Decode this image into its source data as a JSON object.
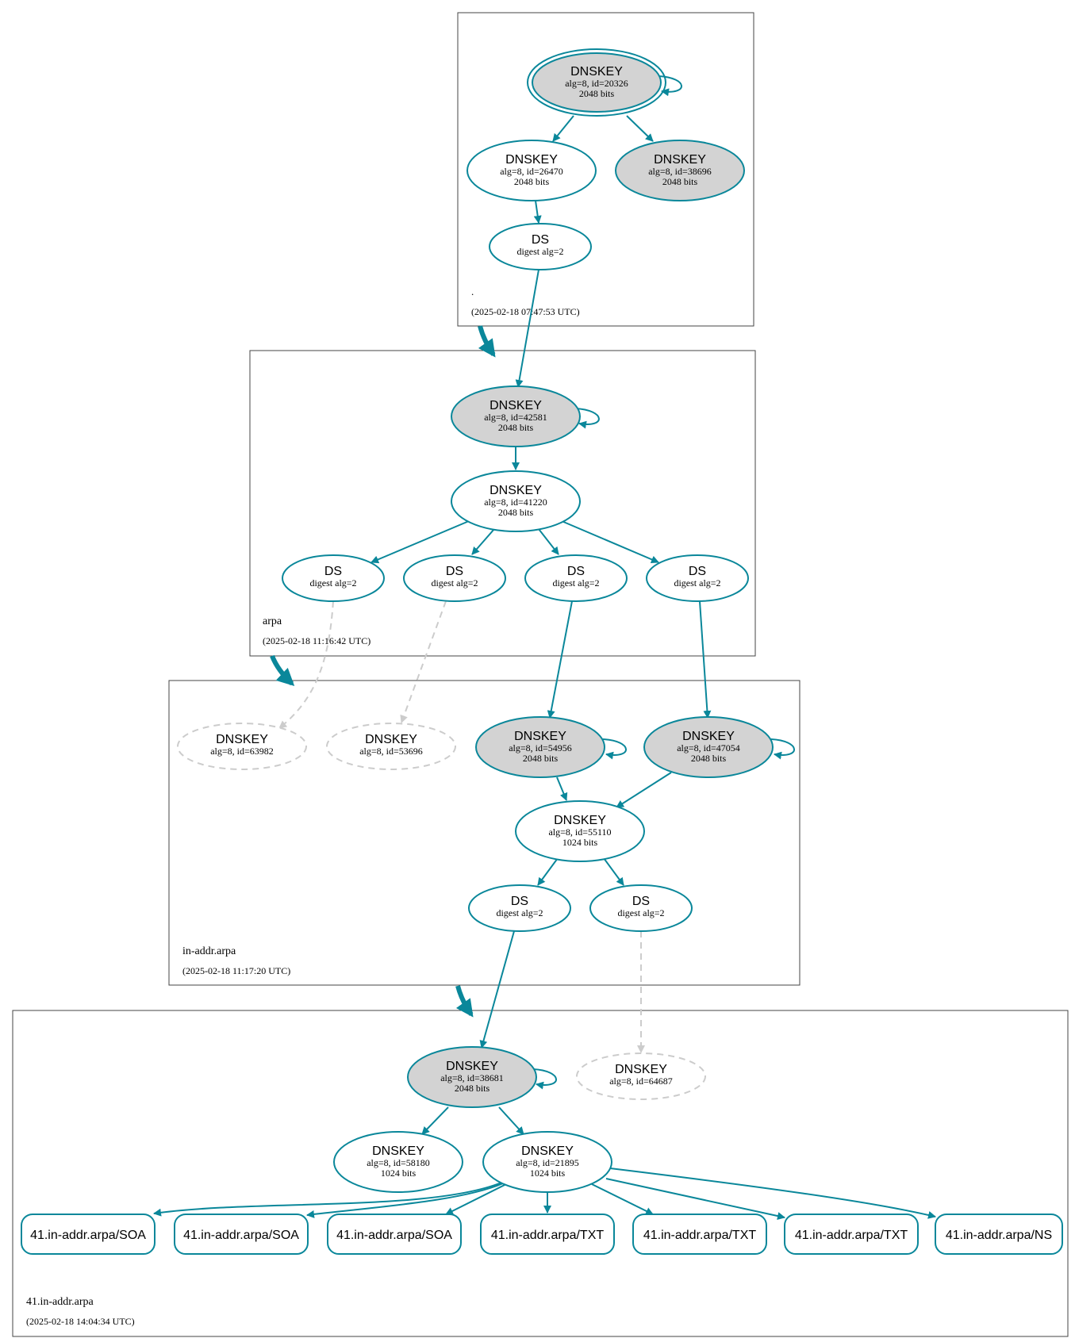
{
  "colors": {
    "edge": "#0a879a",
    "insecure": "#cccccc",
    "node_fill_sep": "#d3d3d3",
    "zone_border": "#444444"
  },
  "zones": {
    "root": {
      "name": ".",
      "timestamp": "(2025-02-18 07:47:53 UTC)"
    },
    "arpa": {
      "name": "arpa",
      "timestamp": "(2025-02-18 11:16:42 UTC)"
    },
    "inaddr": {
      "name": "in-addr.arpa",
      "timestamp": "(2025-02-18 11:17:20 UTC)"
    },
    "z41": {
      "name": "41.in-addr.arpa",
      "timestamp": "(2025-02-18 14:04:34 UTC)"
    }
  },
  "nodes": {
    "root_ksk": {
      "title": "DNSKEY",
      "line1": "alg=8, id=20326",
      "line2": "2048 bits"
    },
    "root_zsk": {
      "title": "DNSKEY",
      "line1": "alg=8, id=26470",
      "line2": "2048 bits"
    },
    "root_k2": {
      "title": "DNSKEY",
      "line1": "alg=8, id=38696",
      "line2": "2048 bits"
    },
    "root_ds": {
      "title": "DS",
      "line1": "digest alg=2"
    },
    "arpa_ksk": {
      "title": "DNSKEY",
      "line1": "alg=8, id=42581",
      "line2": "2048 bits"
    },
    "arpa_zsk": {
      "title": "DNSKEY",
      "line1": "alg=8, id=41220",
      "line2": "2048 bits"
    },
    "arpa_ds1": {
      "title": "DS",
      "line1": "digest alg=2"
    },
    "arpa_ds2": {
      "title": "DS",
      "line1": "digest alg=2"
    },
    "arpa_ds3": {
      "title": "DS",
      "line1": "digest alg=2"
    },
    "arpa_ds4": {
      "title": "DS",
      "line1": "digest alg=2"
    },
    "ia_miss1": {
      "title": "DNSKEY",
      "line1": "alg=8, id=63982"
    },
    "ia_miss2": {
      "title": "DNSKEY",
      "line1": "alg=8, id=53696"
    },
    "ia_ksk1": {
      "title": "DNSKEY",
      "line1": "alg=8, id=54956",
      "line2": "2048 bits"
    },
    "ia_ksk2": {
      "title": "DNSKEY",
      "line1": "alg=8, id=47054",
      "line2": "2048 bits"
    },
    "ia_zsk": {
      "title": "DNSKEY",
      "line1": "alg=8, id=55110",
      "line2": "1024 bits"
    },
    "ia_ds1": {
      "title": "DS",
      "line1": "digest alg=2"
    },
    "ia_ds2": {
      "title": "DS",
      "line1": "digest alg=2"
    },
    "z_ksk": {
      "title": "DNSKEY",
      "line1": "alg=8, id=38681",
      "line2": "2048 bits"
    },
    "z_miss": {
      "title": "DNSKEY",
      "line1": "alg=8, id=64687"
    },
    "z_zsk1": {
      "title": "DNSKEY",
      "line1": "alg=8, id=58180",
      "line2": "1024 bits"
    },
    "z_zsk2": {
      "title": "DNSKEY",
      "line1": "alg=8, id=21895",
      "line2": "1024 bits"
    }
  },
  "rrsets": [
    "41.in-addr.arpa/SOA",
    "41.in-addr.arpa/SOA",
    "41.in-addr.arpa/SOA",
    "41.in-addr.arpa/TXT",
    "41.in-addr.arpa/TXT",
    "41.in-addr.arpa/TXT",
    "41.in-addr.arpa/NS"
  ]
}
